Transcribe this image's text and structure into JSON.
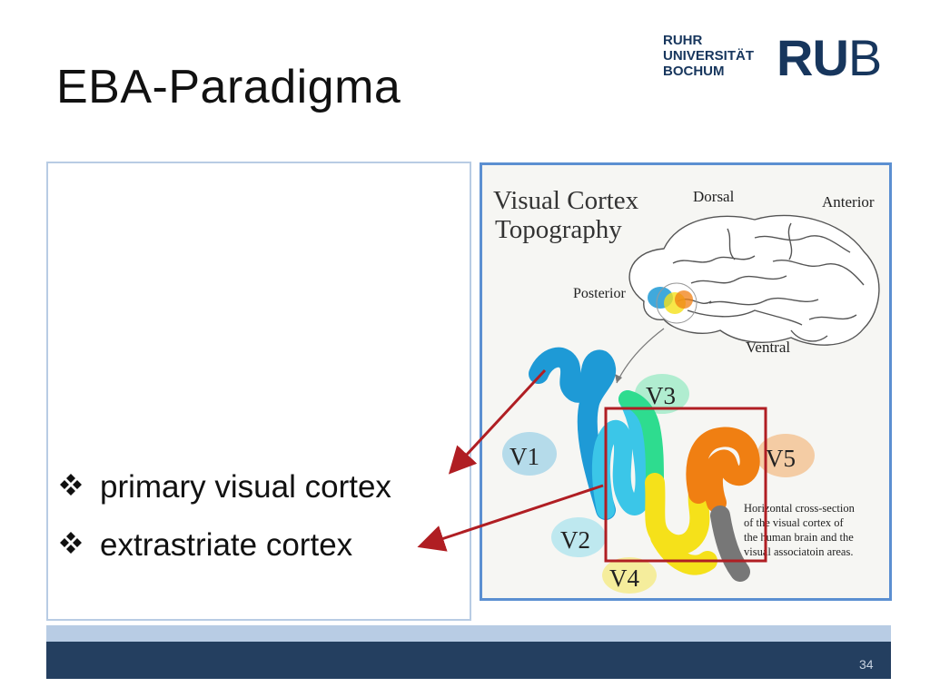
{
  "slide": {
    "title": "EBA-Paradigma",
    "page_number": "34"
  },
  "logo": {
    "line1": "RUHR",
    "line2": "UNIVERSITÄT",
    "line3": "BOCHUM",
    "mark_bold": "RU",
    "mark_light": "B"
  },
  "bullets": [
    {
      "icon": "four-diamond-bullet-icon",
      "text": "primary visual cortex"
    },
    {
      "icon": "four-diamond-bullet-icon",
      "text": "extrastriate cortex"
    }
  ],
  "figure": {
    "title_line1": "Visual Cortex",
    "title_line2": "Topography",
    "label_dorsal": "Dorsal",
    "label_anterior": "Anterior",
    "label_posterior": "Posterior",
    "label_ventral": "Ventral",
    "areas": {
      "v1": "V1",
      "v2": "V2",
      "v3": "V3",
      "v4": "V4",
      "v5": "V5"
    },
    "caption": [
      "Horizontal cross-section",
      "of the visual cortex of",
      "the human brain and the",
      "visual associatoin areas."
    ]
  },
  "colors": {
    "title": "#111111",
    "logo": "#17365d",
    "panel_border": "#b8cce4",
    "figure_border": "#5b8fd1",
    "footer_light": "#b8cce4",
    "footer_dark": "#243f60",
    "arrow_red": "#b01e23",
    "v1": "#1e9ad6",
    "v2": "#3bc6e8",
    "v3": "#2edc8f",
    "v4": "#f5e11a",
    "v5": "#f07f12",
    "it": "#777777"
  }
}
